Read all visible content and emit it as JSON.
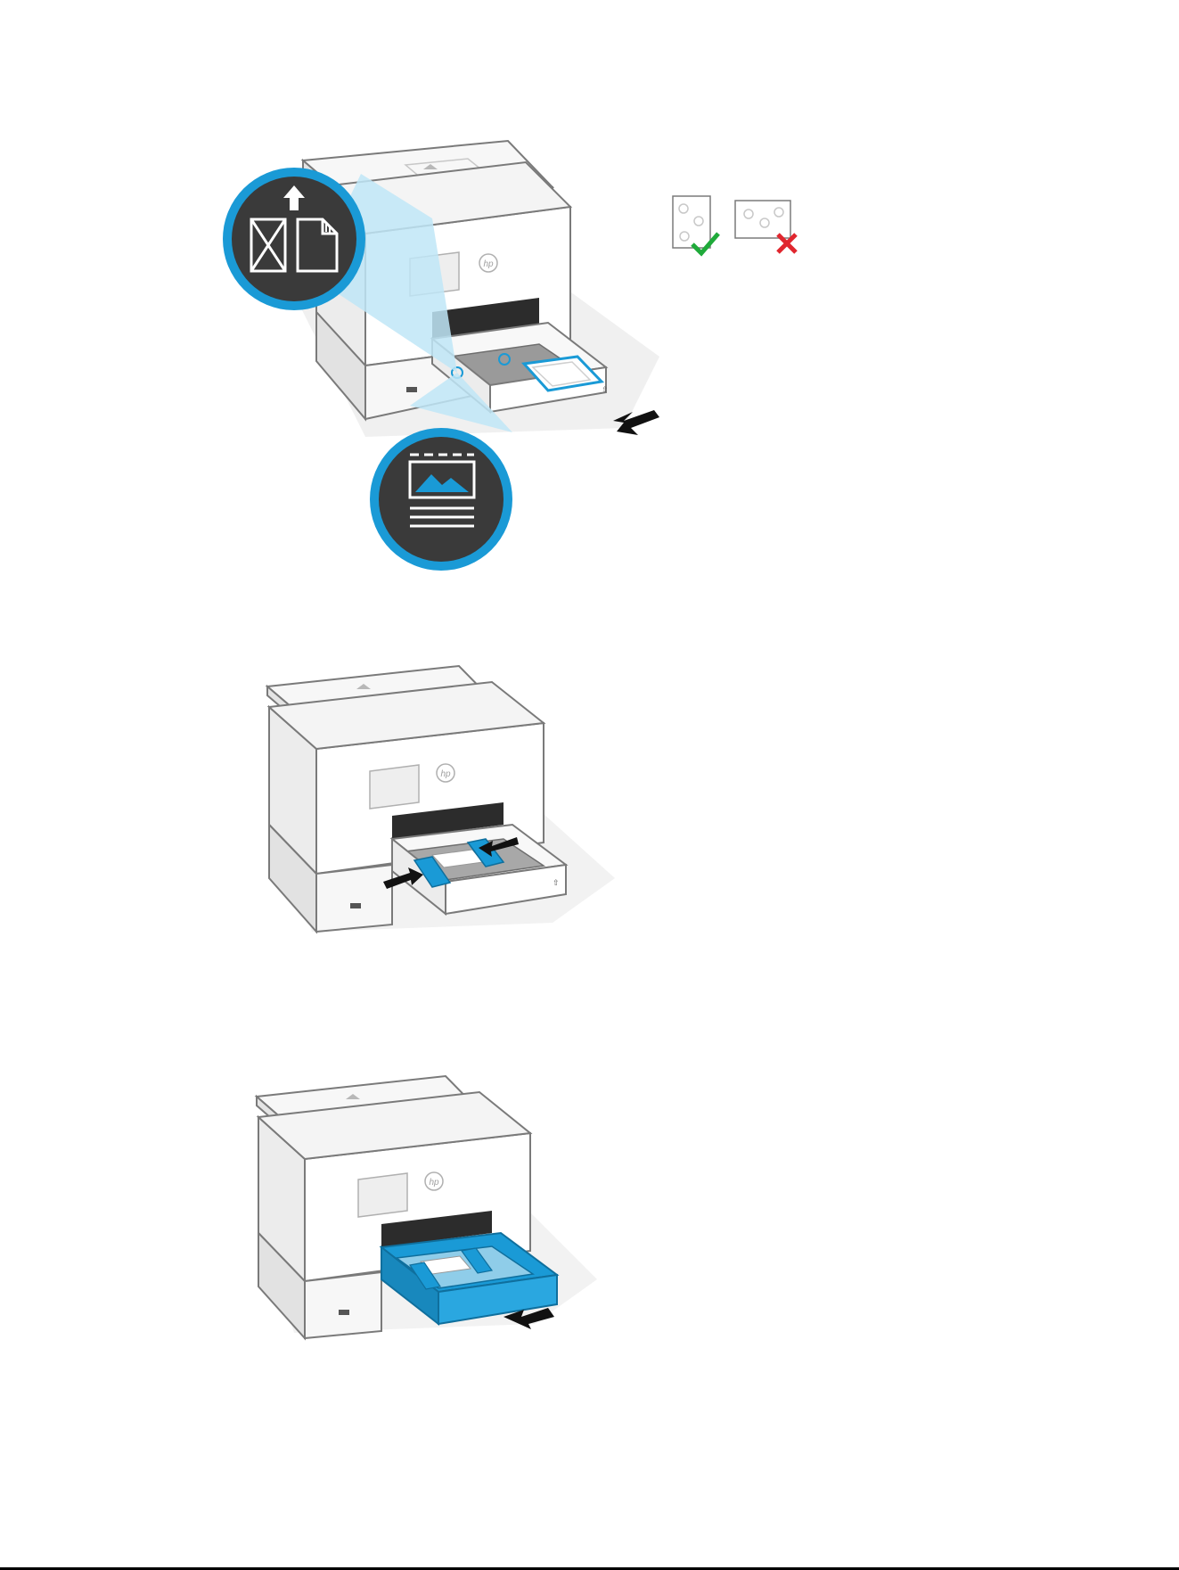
{
  "figures": [
    {
      "id": "step-load-envelopes-and-photo-paper",
      "icon_names": [
        "arrow-up-icon",
        "envelope-icon",
        "sheet-icon",
        "photo-paper-icon",
        "check-icon",
        "cross-icon"
      ]
    },
    {
      "id": "step-adjust-paper-guides",
      "icon_names": [
        "arrow-icon"
      ]
    },
    {
      "id": "step-close-tray",
      "icon_names": [
        "arrow-icon"
      ]
    }
  ],
  "brand_mark": "hp",
  "colors": {
    "accent_blue": "#1a9ad6",
    "light_blue": "#bfe6f7",
    "dark_badge": "#3a3a3a",
    "check_green": "#1faa3a",
    "cross_red": "#e0262e",
    "outline_gray": "#7a7a7a",
    "shadow_gray": "#eeeeee"
  }
}
